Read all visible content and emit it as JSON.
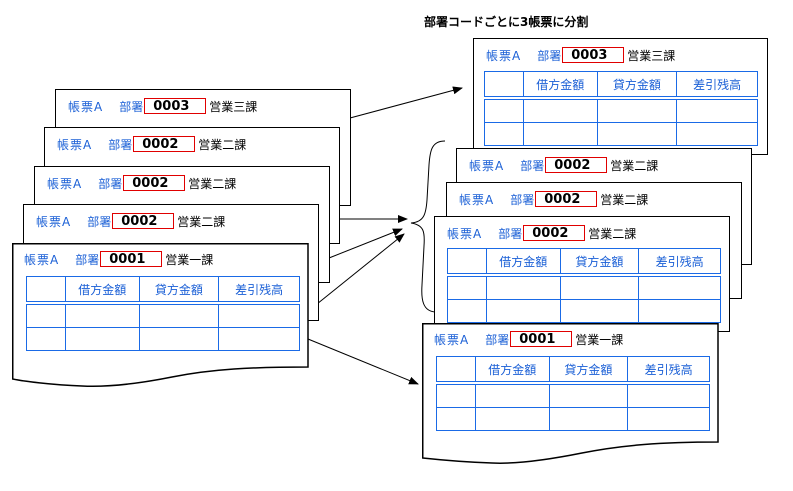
{
  "title": "部署コードごとに3帳票に分割",
  "form_name": "帳票A",
  "dept_label": "部署",
  "table_headers": [
    "",
    "借方金額",
    "貸方金額",
    "差引残高"
  ],
  "table_rows": 2,
  "colors": {
    "blue": "#1a6ae6",
    "red": "#e00000",
    "black": "#000000"
  },
  "left_stack": [
    {
      "code": "0003",
      "name": "営業三課"
    },
    {
      "code": "0002",
      "name": "営業二課"
    },
    {
      "code": "0002",
      "name": "営業二課"
    },
    {
      "code": "0002",
      "name": "営業二課"
    },
    {
      "code": "0001",
      "name": "営業一課"
    }
  ],
  "right_groups": {
    "group_0003": {
      "code": "0003",
      "name": "営業三課"
    },
    "group_0002": [
      {
        "code": "0002",
        "name": "営業二課"
      },
      {
        "code": "0002",
        "name": "営業二課"
      },
      {
        "code": "0002",
        "name": "営業二課"
      }
    ],
    "group_0001": {
      "code": "0001",
      "name": "営業一課"
    }
  }
}
